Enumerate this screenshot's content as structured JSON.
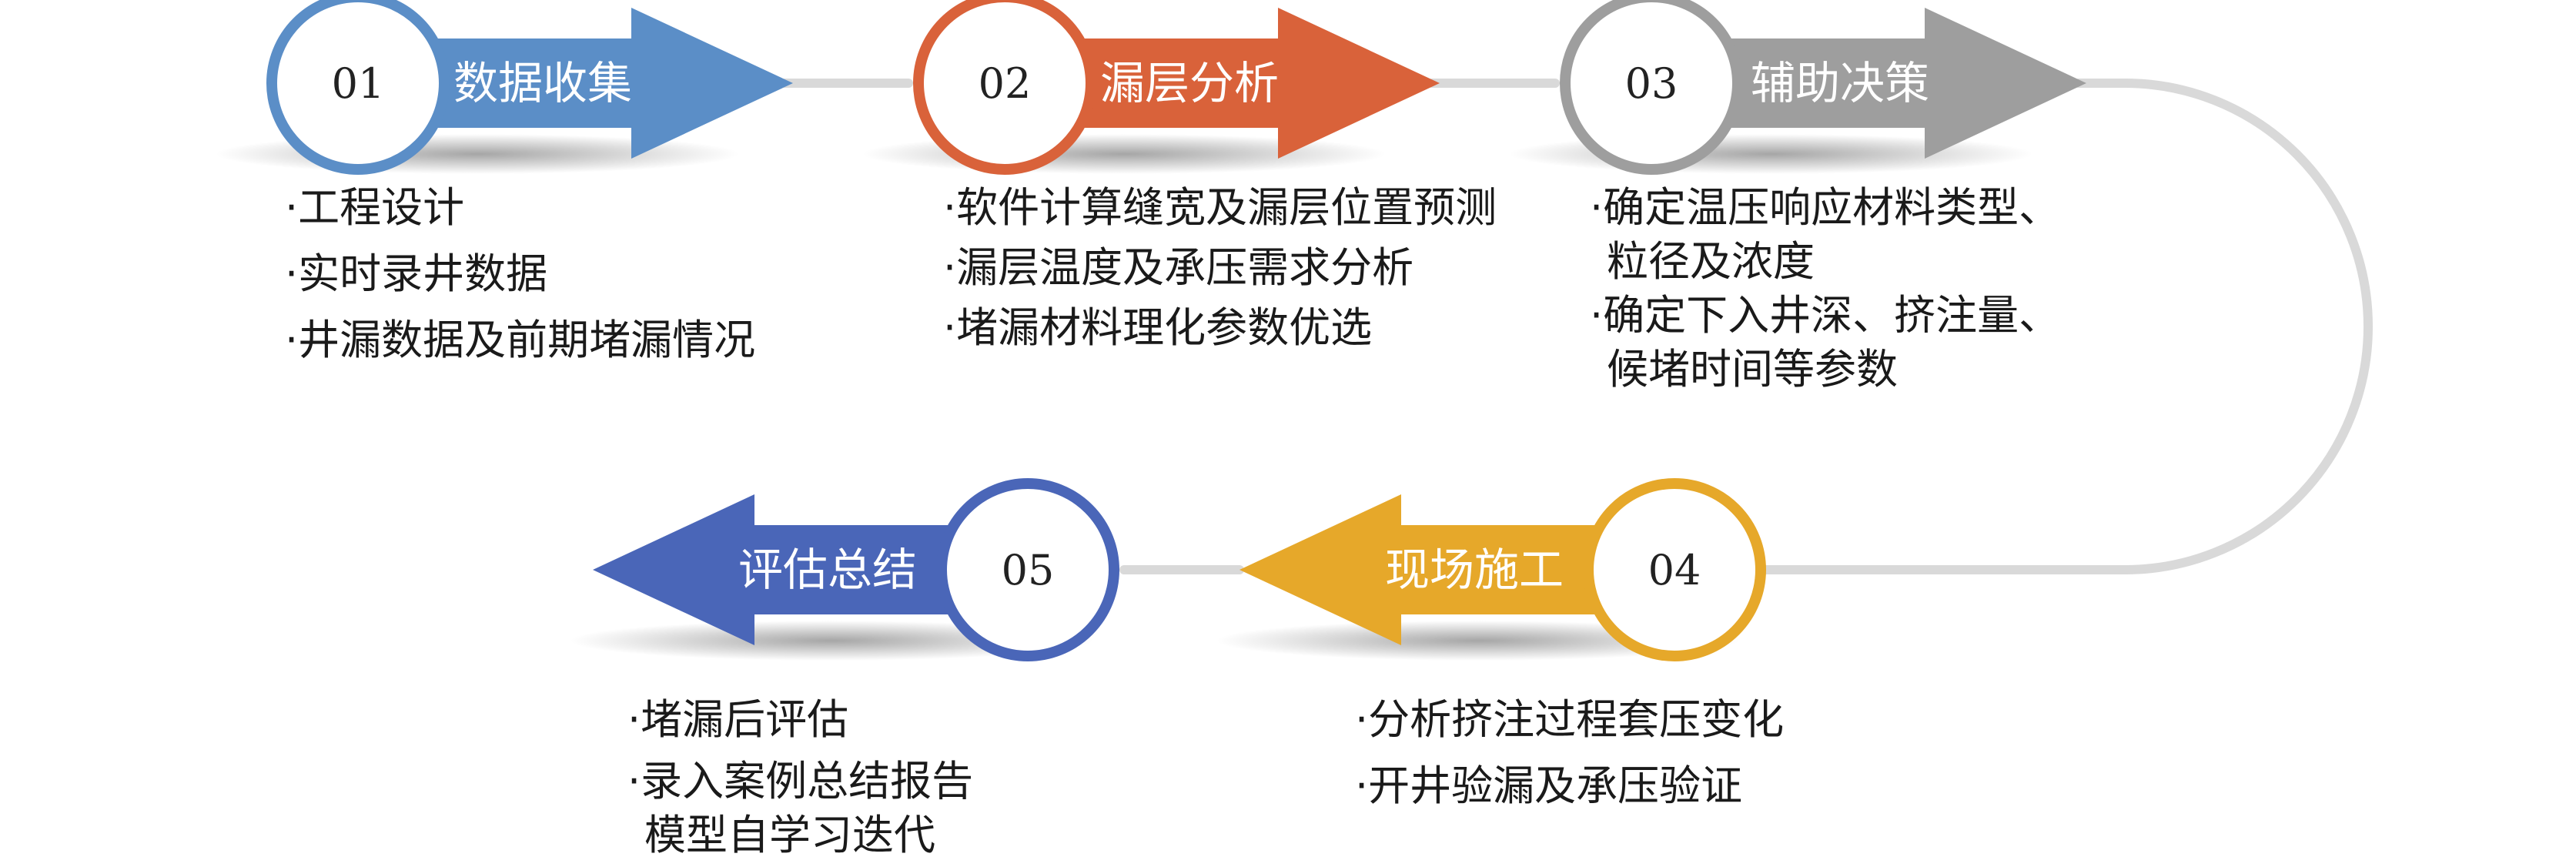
{
  "colors": {
    "step1": "#5b8ec7",
    "step2": "#d9623a",
    "step3": "#9e9e9e",
    "step4": "#e6a82a",
    "step5": "#4a66b8",
    "connector": "#d9d9d9"
  },
  "steps": [
    {
      "number": "01",
      "title": "数据收集",
      "color_key": "step1",
      "direction": "right",
      "bullets": [
        "·工程设计",
        "·实时录井数据",
        "·井漏数据及前期堵漏情况"
      ]
    },
    {
      "number": "02",
      "title": "漏层分析",
      "color_key": "step2",
      "direction": "right",
      "bullets": [
        "·软件计算缝宽及漏层位置预测",
        "·漏层温度及承压需求分析",
        "·堵漏材料理化参数优选"
      ]
    },
    {
      "number": "03",
      "title": "辅助决策",
      "color_key": "step3",
      "direction": "right",
      "bullets": [
        "·确定温压响应材料类型、",
        "粒径及浓度",
        "·确定下入井深、挤注量、",
        "候堵时间等参数"
      ]
    },
    {
      "number": "04",
      "title": "现场施工",
      "color_key": "step4",
      "direction": "left",
      "bullets": [
        "·分析挤注过程套压变化",
        "·开井验漏及承压验证"
      ]
    },
    {
      "number": "05",
      "title": "评估总结",
      "color_key": "step5",
      "direction": "left",
      "bullets": [
        "·堵漏后评估",
        "·录入案例总结报告",
        "模型自学习迭代"
      ]
    }
  ]
}
